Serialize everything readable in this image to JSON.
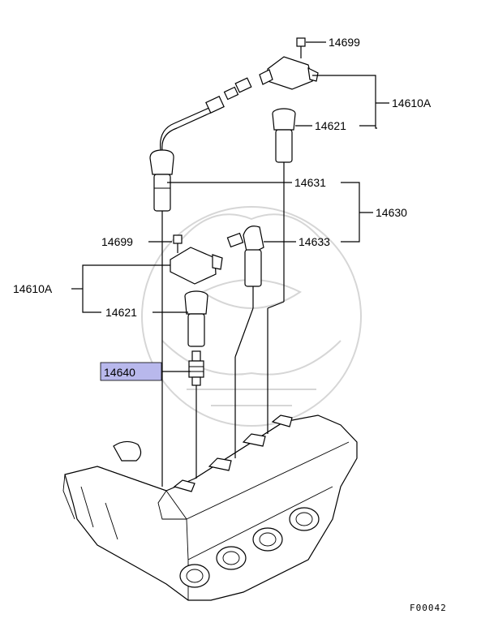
{
  "diagram": {
    "figure_id": "F00042",
    "highlight_color": "#b8b8ec",
    "labels": {
      "bolt_top": "14699",
      "coil_top": "14610A",
      "boot_top": "14621",
      "wire_upper": "14631",
      "wire_set": "14630",
      "wire_lower": "14633",
      "bolt_mid": "14699",
      "coil_mid": "14610A",
      "boot_mid": "14621",
      "spark_plug": "14640"
    }
  }
}
